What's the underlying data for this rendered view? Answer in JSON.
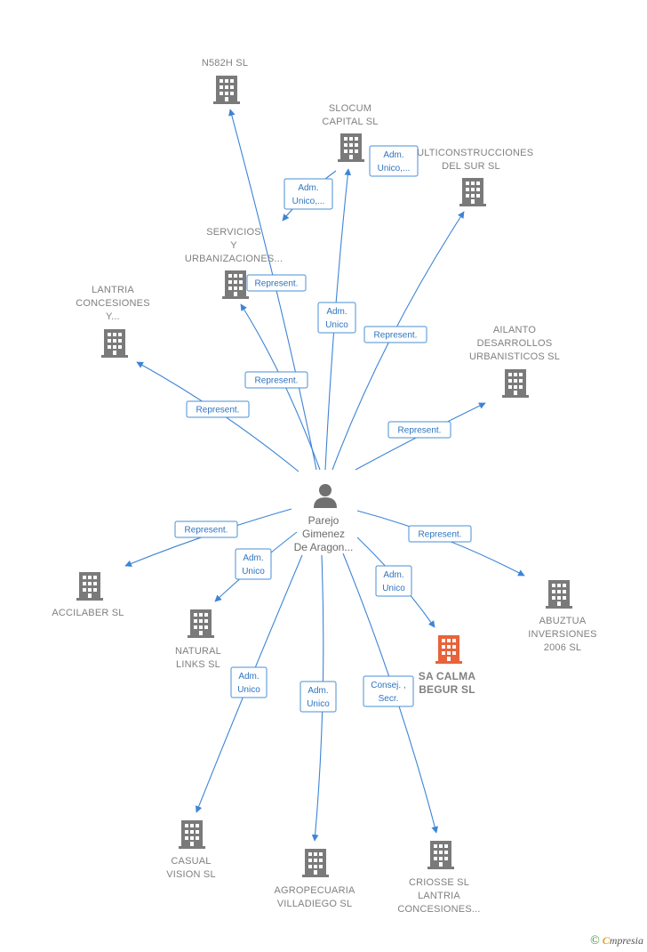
{
  "colors": {
    "edge": "#3d84d6",
    "node": "#7a7a7a",
    "highlight": "#e8623a",
    "label": "#808080"
  },
  "center": {
    "name_lines": [
      "Parejo",
      "Gimenez",
      "De Aragon..."
    ],
    "icon": "person-icon"
  },
  "nodes": [
    {
      "id": "n582h",
      "lines": [
        "N582H SL"
      ],
      "highlight": false
    },
    {
      "id": "slocum",
      "lines": [
        "SLOCUM",
        "CAPITAL  SL"
      ],
      "highlight": false
    },
    {
      "id": "multicon",
      "lines": [
        "MULTICONSTRUCCIONES",
        "DEL SUR SL"
      ],
      "highlight": false
    },
    {
      "id": "servicios",
      "lines": [
        "SERVICIOS",
        "Y",
        "URBANIZACIONES..."
      ],
      "highlight": false
    },
    {
      "id": "lantria",
      "lines": [
        "LANTRIA",
        "CONCESIONES",
        "Y..."
      ],
      "highlight": false
    },
    {
      "id": "ailanto",
      "lines": [
        "AILANTO",
        "DESARROLLOS",
        "URBANISTICOS SL"
      ],
      "highlight": false
    },
    {
      "id": "accilaber",
      "lines": [
        "ACCILABER SL"
      ],
      "highlight": false
    },
    {
      "id": "natural",
      "lines": [
        "NATURAL",
        "LINKS SL"
      ],
      "highlight": false
    },
    {
      "id": "sacalma",
      "lines": [
        "SA CALMA",
        "BEGUR  SL"
      ],
      "highlight": true
    },
    {
      "id": "abuztua",
      "lines": [
        "ABUZTUA",
        "INVERSIONES",
        "2006 SL"
      ],
      "highlight": false
    },
    {
      "id": "casual",
      "lines": [
        "CASUAL",
        "VISION  SL"
      ],
      "highlight": false
    },
    {
      "id": "agro",
      "lines": [
        "AGROPECUARIA",
        "VILLADIEGO SL"
      ],
      "highlight": false
    },
    {
      "id": "criosse",
      "lines": [
        "CRIOSSE SL",
        "LANTRIA",
        "CONCESIONES..."
      ],
      "highlight": false
    }
  ],
  "edges": [
    {
      "id": "e-n582h",
      "lines": [
        "Represent."
      ]
    },
    {
      "id": "e-slocum",
      "lines": [
        "Adm.",
        "Unico"
      ]
    },
    {
      "id": "e-multicon",
      "lines": [
        "Represent."
      ]
    },
    {
      "id": "e-servicios",
      "lines": [
        "Represent."
      ]
    },
    {
      "id": "e-lantria",
      "lines": [
        "Represent."
      ]
    },
    {
      "id": "e-ailanto",
      "lines": [
        "Represent."
      ]
    },
    {
      "id": "e-accilaber",
      "lines": [
        "Represent."
      ]
    },
    {
      "id": "e-natural",
      "lines": [
        "Adm.",
        "Unico"
      ]
    },
    {
      "id": "e-sacalma",
      "lines": [
        "Adm.",
        "Unico"
      ]
    },
    {
      "id": "e-abuztua",
      "lines": [
        "Represent."
      ]
    },
    {
      "id": "e-casual",
      "lines": [
        "Adm.",
        "Unico"
      ]
    },
    {
      "id": "e-agro",
      "lines": [
        "Adm.",
        "Unico"
      ]
    },
    {
      "id": "e-criosse",
      "lines": [
        "Consej. ,",
        "Secr."
      ]
    },
    {
      "id": "e-slocum-multicon",
      "lines": [
        "Adm.",
        "Unico,..."
      ]
    },
    {
      "id": "e-slocum-servicios",
      "lines": [
        "Adm.",
        "Unico,..."
      ]
    }
  ],
  "footer": {
    "copyright": "©",
    "brand_initial": "C",
    "brand_rest": "mpresia"
  }
}
